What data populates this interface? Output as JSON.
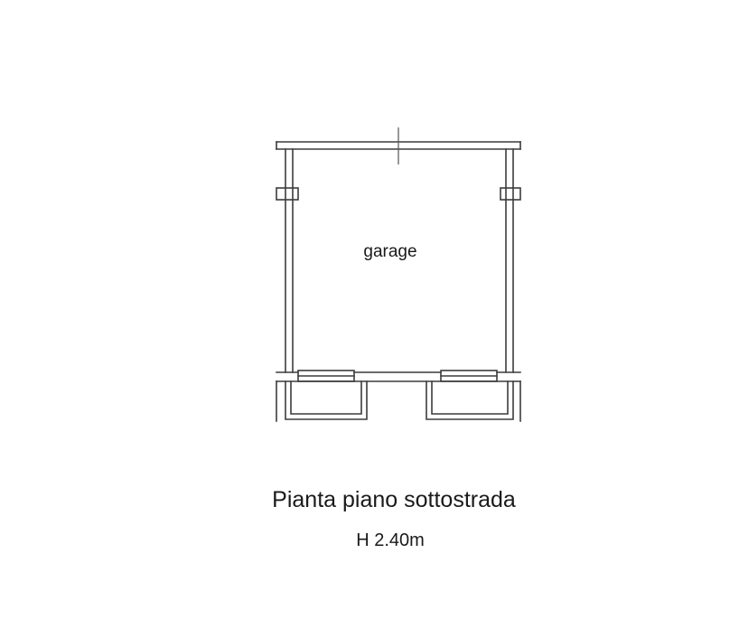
{
  "plan": {
    "room_label": "garage",
    "title": "Pianta piano sottostrada",
    "height": "H 2.40m"
  }
}
